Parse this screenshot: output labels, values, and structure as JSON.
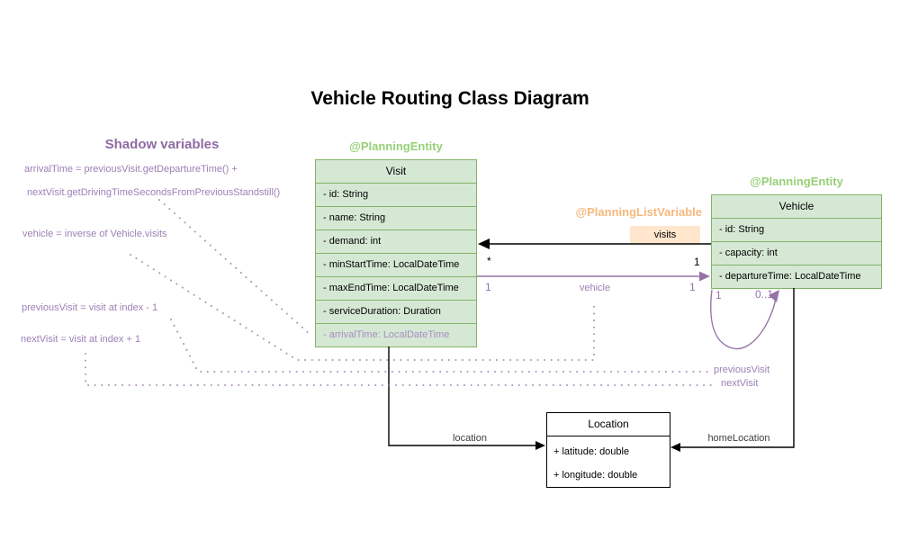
{
  "title": "Vehicle Routing Class Diagram",
  "shadow": {
    "title": "Shadow variables",
    "line1": "arrivalTime = previousVisit.getDepartureTime() +",
    "line2": "nextVisit.getDrivingTimeSecondsFromPreviousStandstill()",
    "line3": "vehicle = inverse of Vehicle.visits",
    "line4": "previousVisit = visit at index - 1",
    "line5": "nextVisit = visit at index + 1"
  },
  "classes": {
    "visit": {
      "annotation": "@PlanningEntity",
      "name": "Visit",
      "attributes": [
        "- id: String",
        "- name: String",
        "- demand: int",
        "- minStartTime: LocalDateTime",
        "- maxEndTime: LocalDateTime",
        "- serviceDuration: Duration",
        "- arrivalTime: LocalDateTime"
      ]
    },
    "vehicle": {
      "annotation": "@PlanningEntity",
      "name": "Vehicle",
      "attributes": [
        "- id: String",
        "- capacity: int",
        "- departureTime: LocalDateTime"
      ]
    },
    "location": {
      "name": "Location",
      "attributes": [
        "+ latitude: double",
        "+ longitude: double"
      ]
    }
  },
  "planning_list_variable": {
    "annotation": "@PlanningListVariable",
    "label": "visits"
  },
  "edges": {
    "visits": {
      "visit_multiplicity": "*",
      "vehicle_multiplicity": "1"
    },
    "vehicle": {
      "label": "vehicle",
      "visit_multiplicity": "1",
      "vehicle_multiplicity": "1"
    },
    "chain_loop": {
      "left_multiplicity": "1",
      "right_multiplicity": "0..1"
    },
    "location": {
      "label": "location"
    },
    "home_location": {
      "label": "homeLocation"
    },
    "previous_visit": {
      "label": "previousVisit"
    },
    "next_visit": {
      "label": "nextVisit"
    }
  },
  "colors": {
    "entity_fill": "#d5e8d4",
    "entity_border": "#82b366",
    "entity_annotation_text": "#97d077",
    "shadow_purple": "#9673a6",
    "list_variable_orange": "#f5b87d",
    "visits_chip_fill": "#ffe6cc",
    "edge_black": "#000000"
  }
}
